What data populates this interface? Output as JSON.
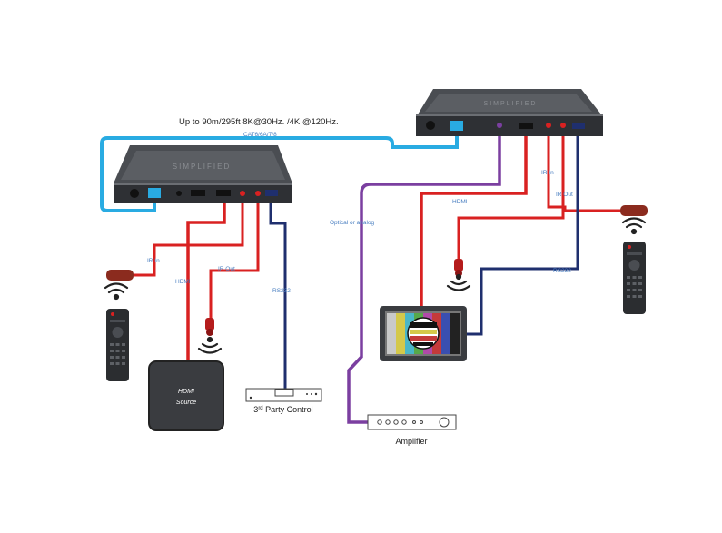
{
  "headline": "Up to 90m/295ft 8K@30Hz. /4K @120Hz.",
  "cable_labels": {
    "cat": "CAT6/6A/7/8",
    "ir_in_tx": "IR In",
    "ir_out_tx": "IR Out",
    "hdmi_tx": "HDMI",
    "rs232_tx": "RS232",
    "optical": "Optical or analog",
    "hdmi_rx": "HDMI",
    "ir_in_rx": "IR In",
    "ir_out_rx": "IR Out",
    "rs232_rx": "RS232"
  },
  "devices": {
    "brand_text": "SIMPLIFIED",
    "hdmi_source_line1": "HDMI",
    "hdmi_source_line2": "Source",
    "third_party_prefix": "3",
    "third_party_sup": "rd",
    "third_party_suffix": " Party Control",
    "amplifier": "Amplifier"
  },
  "colors": {
    "cat": "#29abe2",
    "hdmi": "#d92121",
    "ir": "#d92121",
    "rs232": "#1f2f6e",
    "optical": "#7b3fa0",
    "label": "#4a7fc1"
  }
}
